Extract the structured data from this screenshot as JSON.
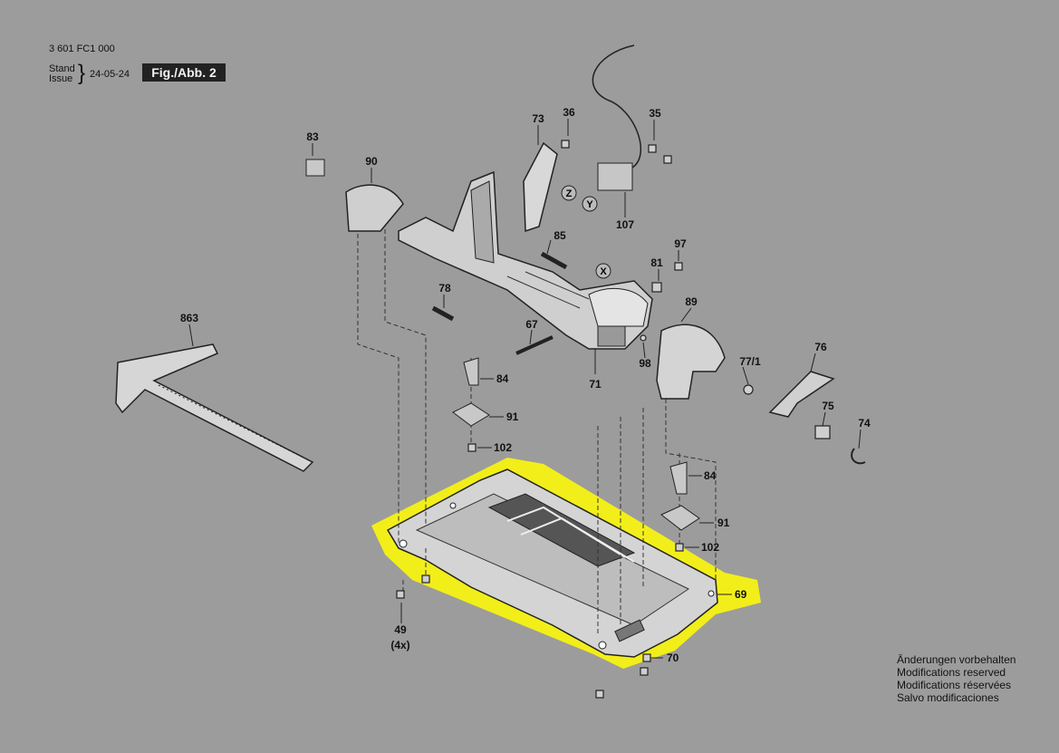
{
  "header": {
    "part_number": "3 601 FC1 000",
    "stand_label": "Stand",
    "issue_label": "Issue",
    "date": "24-05-24",
    "figure": "Fig./Abb. 2"
  },
  "notice": [
    "Änderungen vorbehalten",
    "Modifications reserved",
    "Modifications réservées",
    "Salvo modificaciones"
  ],
  "highlight_color": "#f2ee1a",
  "parts": [
    {
      "id": "83",
      "label": "83"
    },
    {
      "id": "90",
      "label": "90"
    },
    {
      "id": "73",
      "label": "73"
    },
    {
      "id": "36",
      "label": "36"
    },
    {
      "id": "35",
      "label": "35"
    },
    {
      "id": "107",
      "label": "107"
    },
    {
      "id": "85",
      "label": "85"
    },
    {
      "id": "97",
      "label": "97"
    },
    {
      "id": "81",
      "label": "81"
    },
    {
      "id": "78",
      "label": "78"
    },
    {
      "id": "89",
      "label": "89"
    },
    {
      "id": "863",
      "label": "863"
    },
    {
      "id": "67",
      "label": "67"
    },
    {
      "id": "71",
      "label": "71"
    },
    {
      "id": "98",
      "label": "98"
    },
    {
      "id": "77/1",
      "label": "77/1"
    },
    {
      "id": "76",
      "label": "76"
    },
    {
      "id": "84a",
      "label": "84"
    },
    {
      "id": "91a",
      "label": "91"
    },
    {
      "id": "75",
      "label": "75"
    },
    {
      "id": "74",
      "label": "74"
    },
    {
      "id": "102a",
      "label": "102"
    },
    {
      "id": "84b",
      "label": "84"
    },
    {
      "id": "91b",
      "label": "91"
    },
    {
      "id": "102b",
      "label": "102"
    },
    {
      "id": "69",
      "label": "69"
    },
    {
      "id": "49",
      "label": "49"
    },
    {
      "id": "4x",
      "label": "(4x)"
    },
    {
      "id": "70",
      "label": "70"
    }
  ],
  "axis_markers": [
    {
      "id": "z",
      "label": "Z"
    },
    {
      "id": "y",
      "label": "Y"
    },
    {
      "id": "x",
      "label": "X"
    }
  ]
}
